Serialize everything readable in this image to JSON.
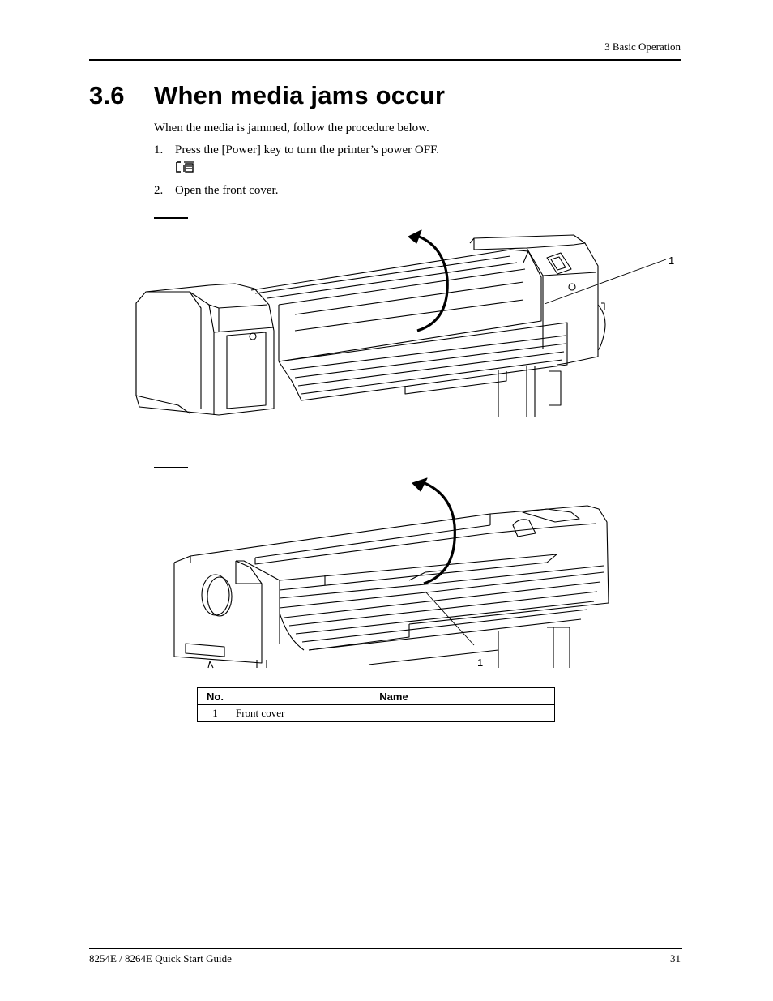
{
  "header": {
    "section": "3 Basic Operation"
  },
  "title": {
    "number": "3.6",
    "text": "When media jams occur"
  },
  "intro": "When the media is jammed, follow the procedure below.",
  "steps": [
    {
      "number": "1.",
      "text": "Press the [Power] key to turn the printer’s power OFF."
    },
    {
      "number": "2.",
      "text": "Open the front cover."
    }
  ],
  "figures": {
    "top": {
      "callout": "1"
    },
    "bottom": {
      "callout": "1"
    }
  },
  "table": {
    "headers": {
      "no": "No.",
      "name": "Name"
    },
    "rows": [
      {
        "no": "1",
        "name": "Front cover"
      }
    ]
  },
  "footer": {
    "guide": "8254E / 8264E Quick Start Guide",
    "page": "31"
  },
  "colors": {
    "link_underline": "#d0021b"
  },
  "icons": {
    "reference": "reference-book-icon"
  }
}
